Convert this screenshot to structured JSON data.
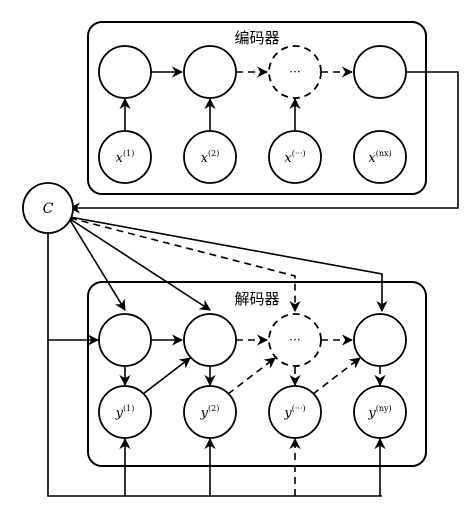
{
  "encoder": {
    "title": "编码器",
    "hidden_middle": "···",
    "inputs": [
      {
        "base": "x",
        "sup": "(1)"
      },
      {
        "base": "x",
        "sup": "(2)"
      },
      {
        "base": "x",
        "sup": "(···)"
      },
      {
        "base": "x",
        "sup": "(nx)"
      }
    ]
  },
  "context": {
    "label": "C"
  },
  "decoder": {
    "title": "解码器",
    "hidden_middle": "···",
    "outputs": [
      {
        "base": "y",
        "sup": "(1)"
      },
      {
        "base": "y",
        "sup": "(2)"
      },
      {
        "base": "y",
        "sup": "(···)"
      },
      {
        "base": "y",
        "sup": "(ny)"
      }
    ]
  }
}
